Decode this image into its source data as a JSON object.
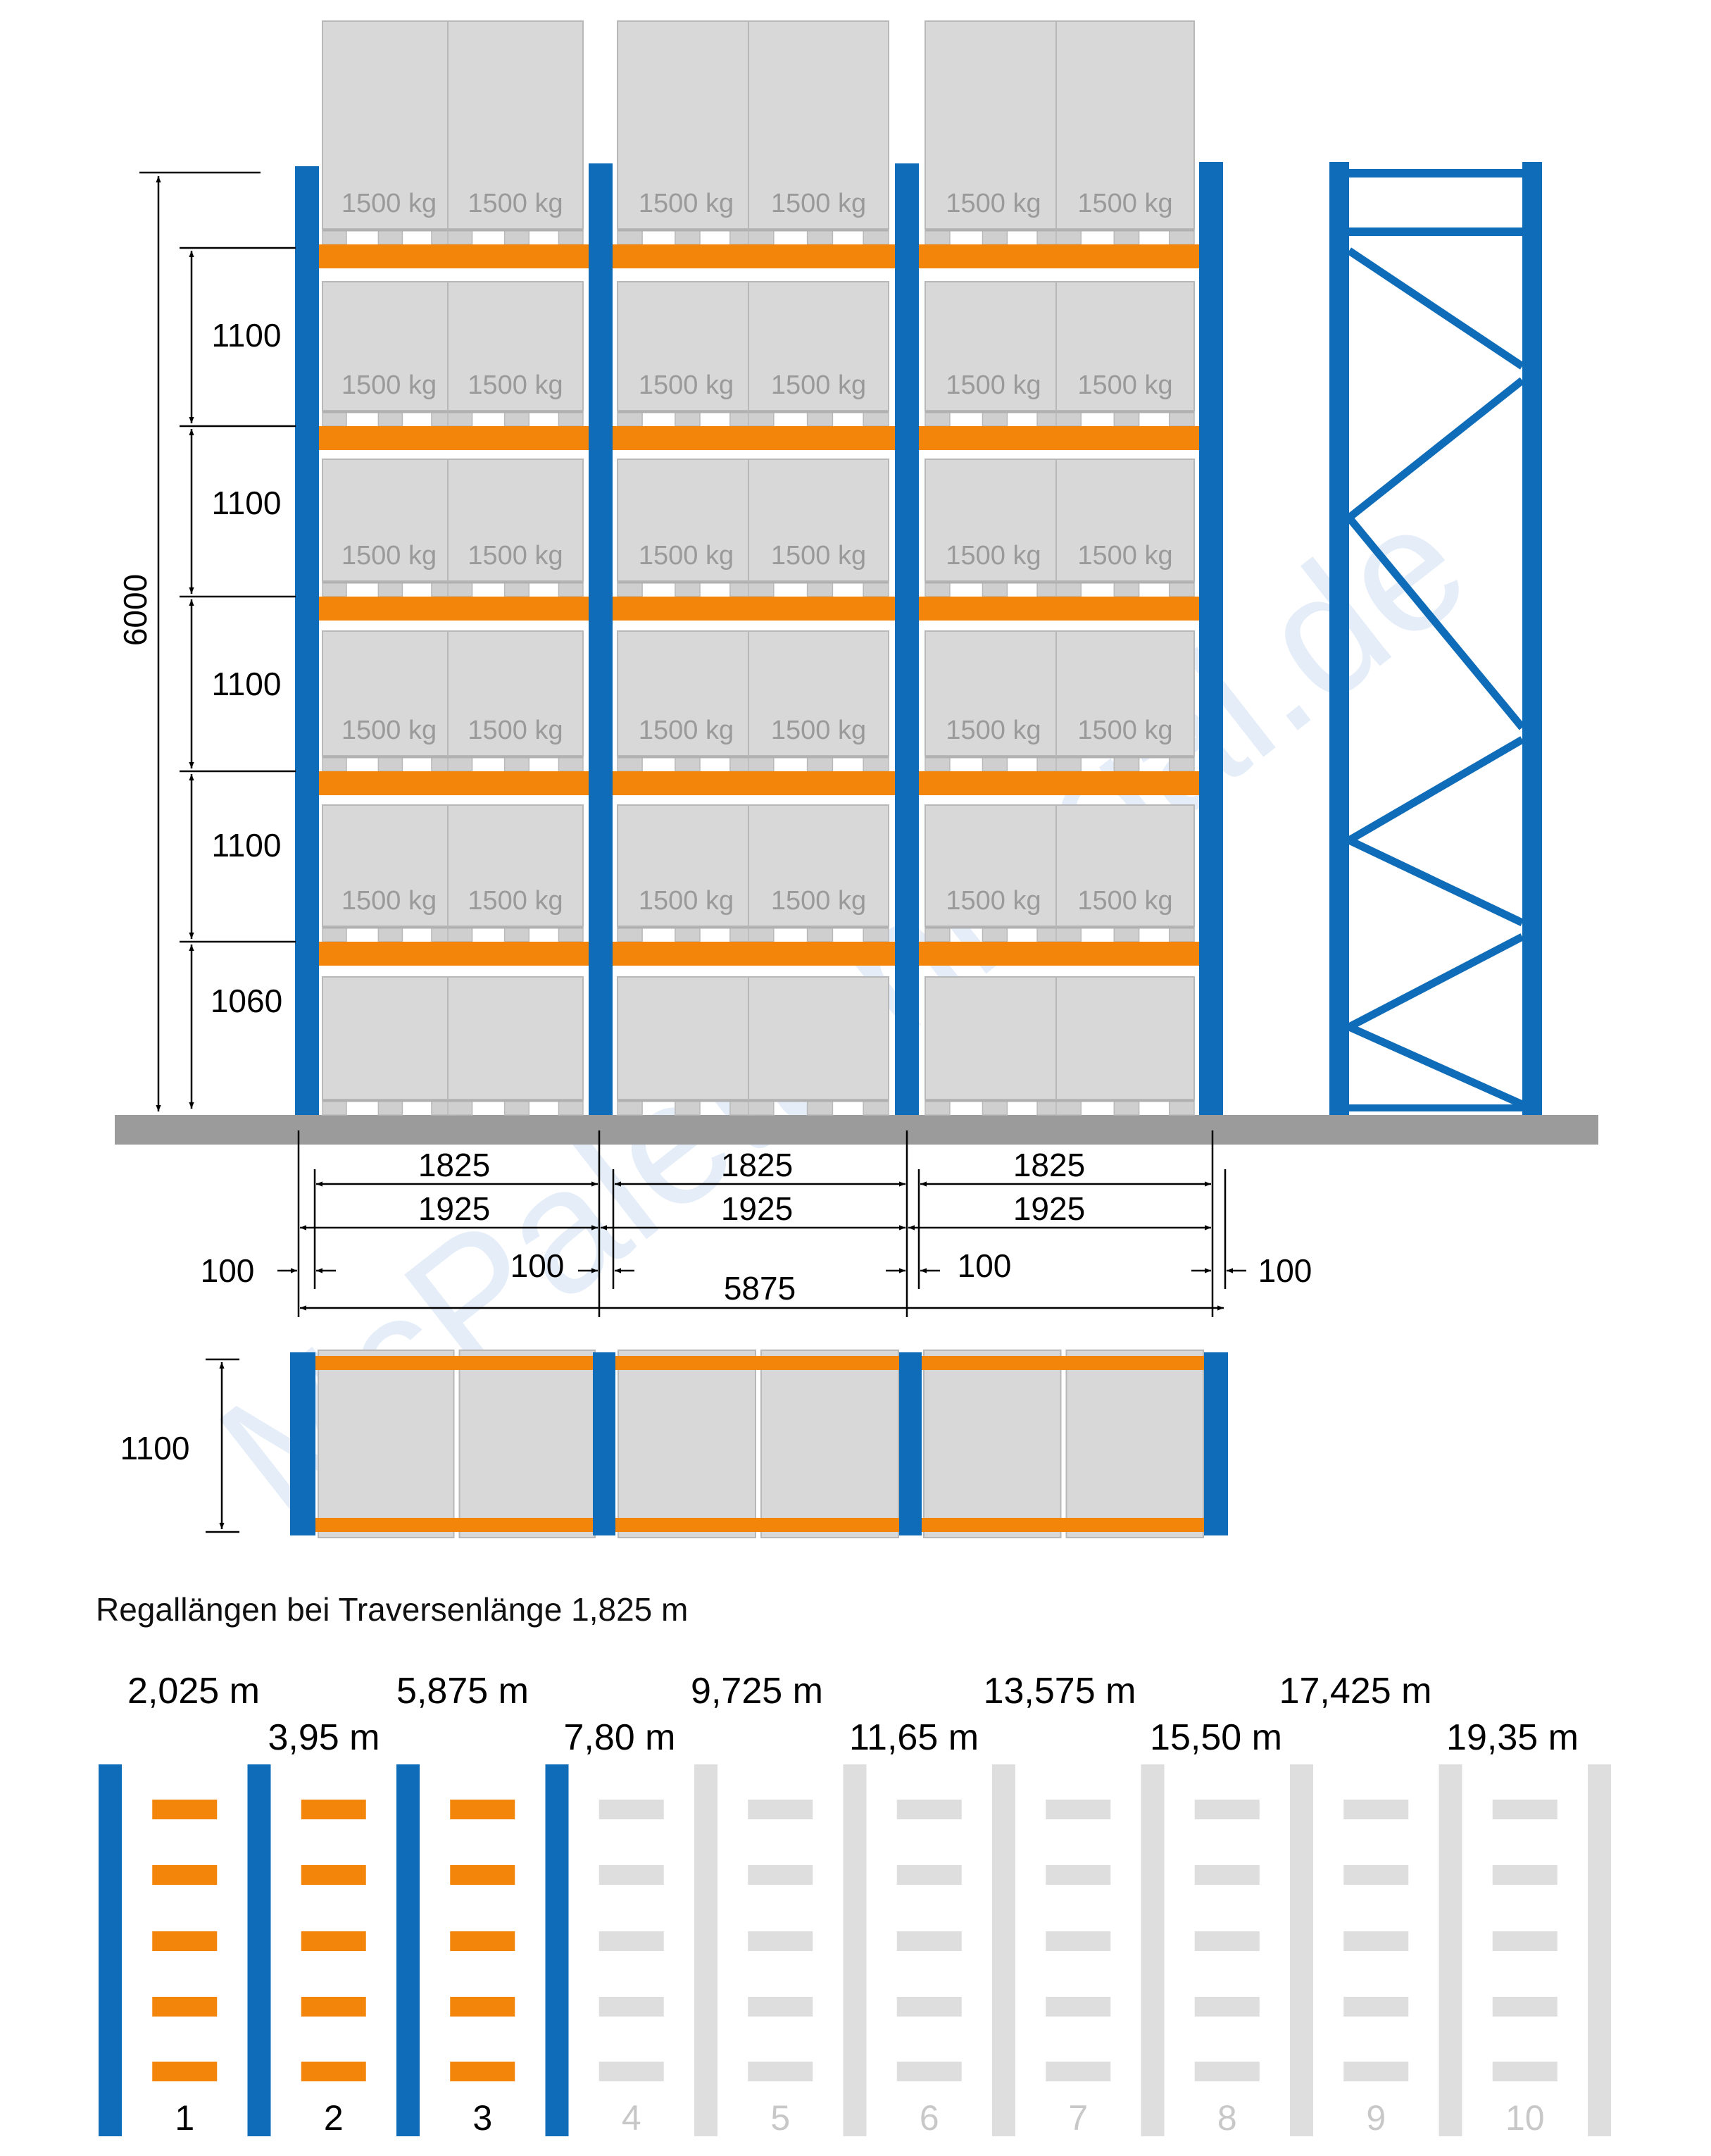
{
  "watermark": "McPalettenregal.de",
  "pallet_load": "1500 kg",
  "heights": {
    "total": "6000",
    "levels": [
      "1100",
      "1100",
      "1100",
      "1100",
      "1060"
    ]
  },
  "widths": {
    "clear": [
      "1825",
      "1825",
      "1825"
    ],
    "center": [
      "1925",
      "1925",
      "1925"
    ],
    "uprights": [
      "100",
      "100",
      "100",
      "100"
    ],
    "total": "5875"
  },
  "depth": "1100",
  "caption": "Regallängen bei Traversenlänge 1,825 m",
  "lengths_top": [
    "2,025 m",
    "5,875 m",
    "9,725 m",
    "13,575 m",
    "17,425 m"
  ],
  "lengths_bottom": [
    "3,95 m",
    "7,80 m",
    "11,65 m",
    "15,50 m",
    "19,35 m"
  ],
  "bay_numbers": [
    "1",
    "2",
    "3",
    "4",
    "5",
    "6",
    "7",
    "8",
    "9",
    "10"
  ],
  "active_bays": 3,
  "colors": {
    "upright": "#0f6cb9",
    "beam": "#f2850a",
    "pallet": "#d8d8d8",
    "pallet_text": "#9a9a9a",
    "floor": "#9b9b9b",
    "inactive": "#dedede",
    "watermark": "#dbe7f6"
  }
}
